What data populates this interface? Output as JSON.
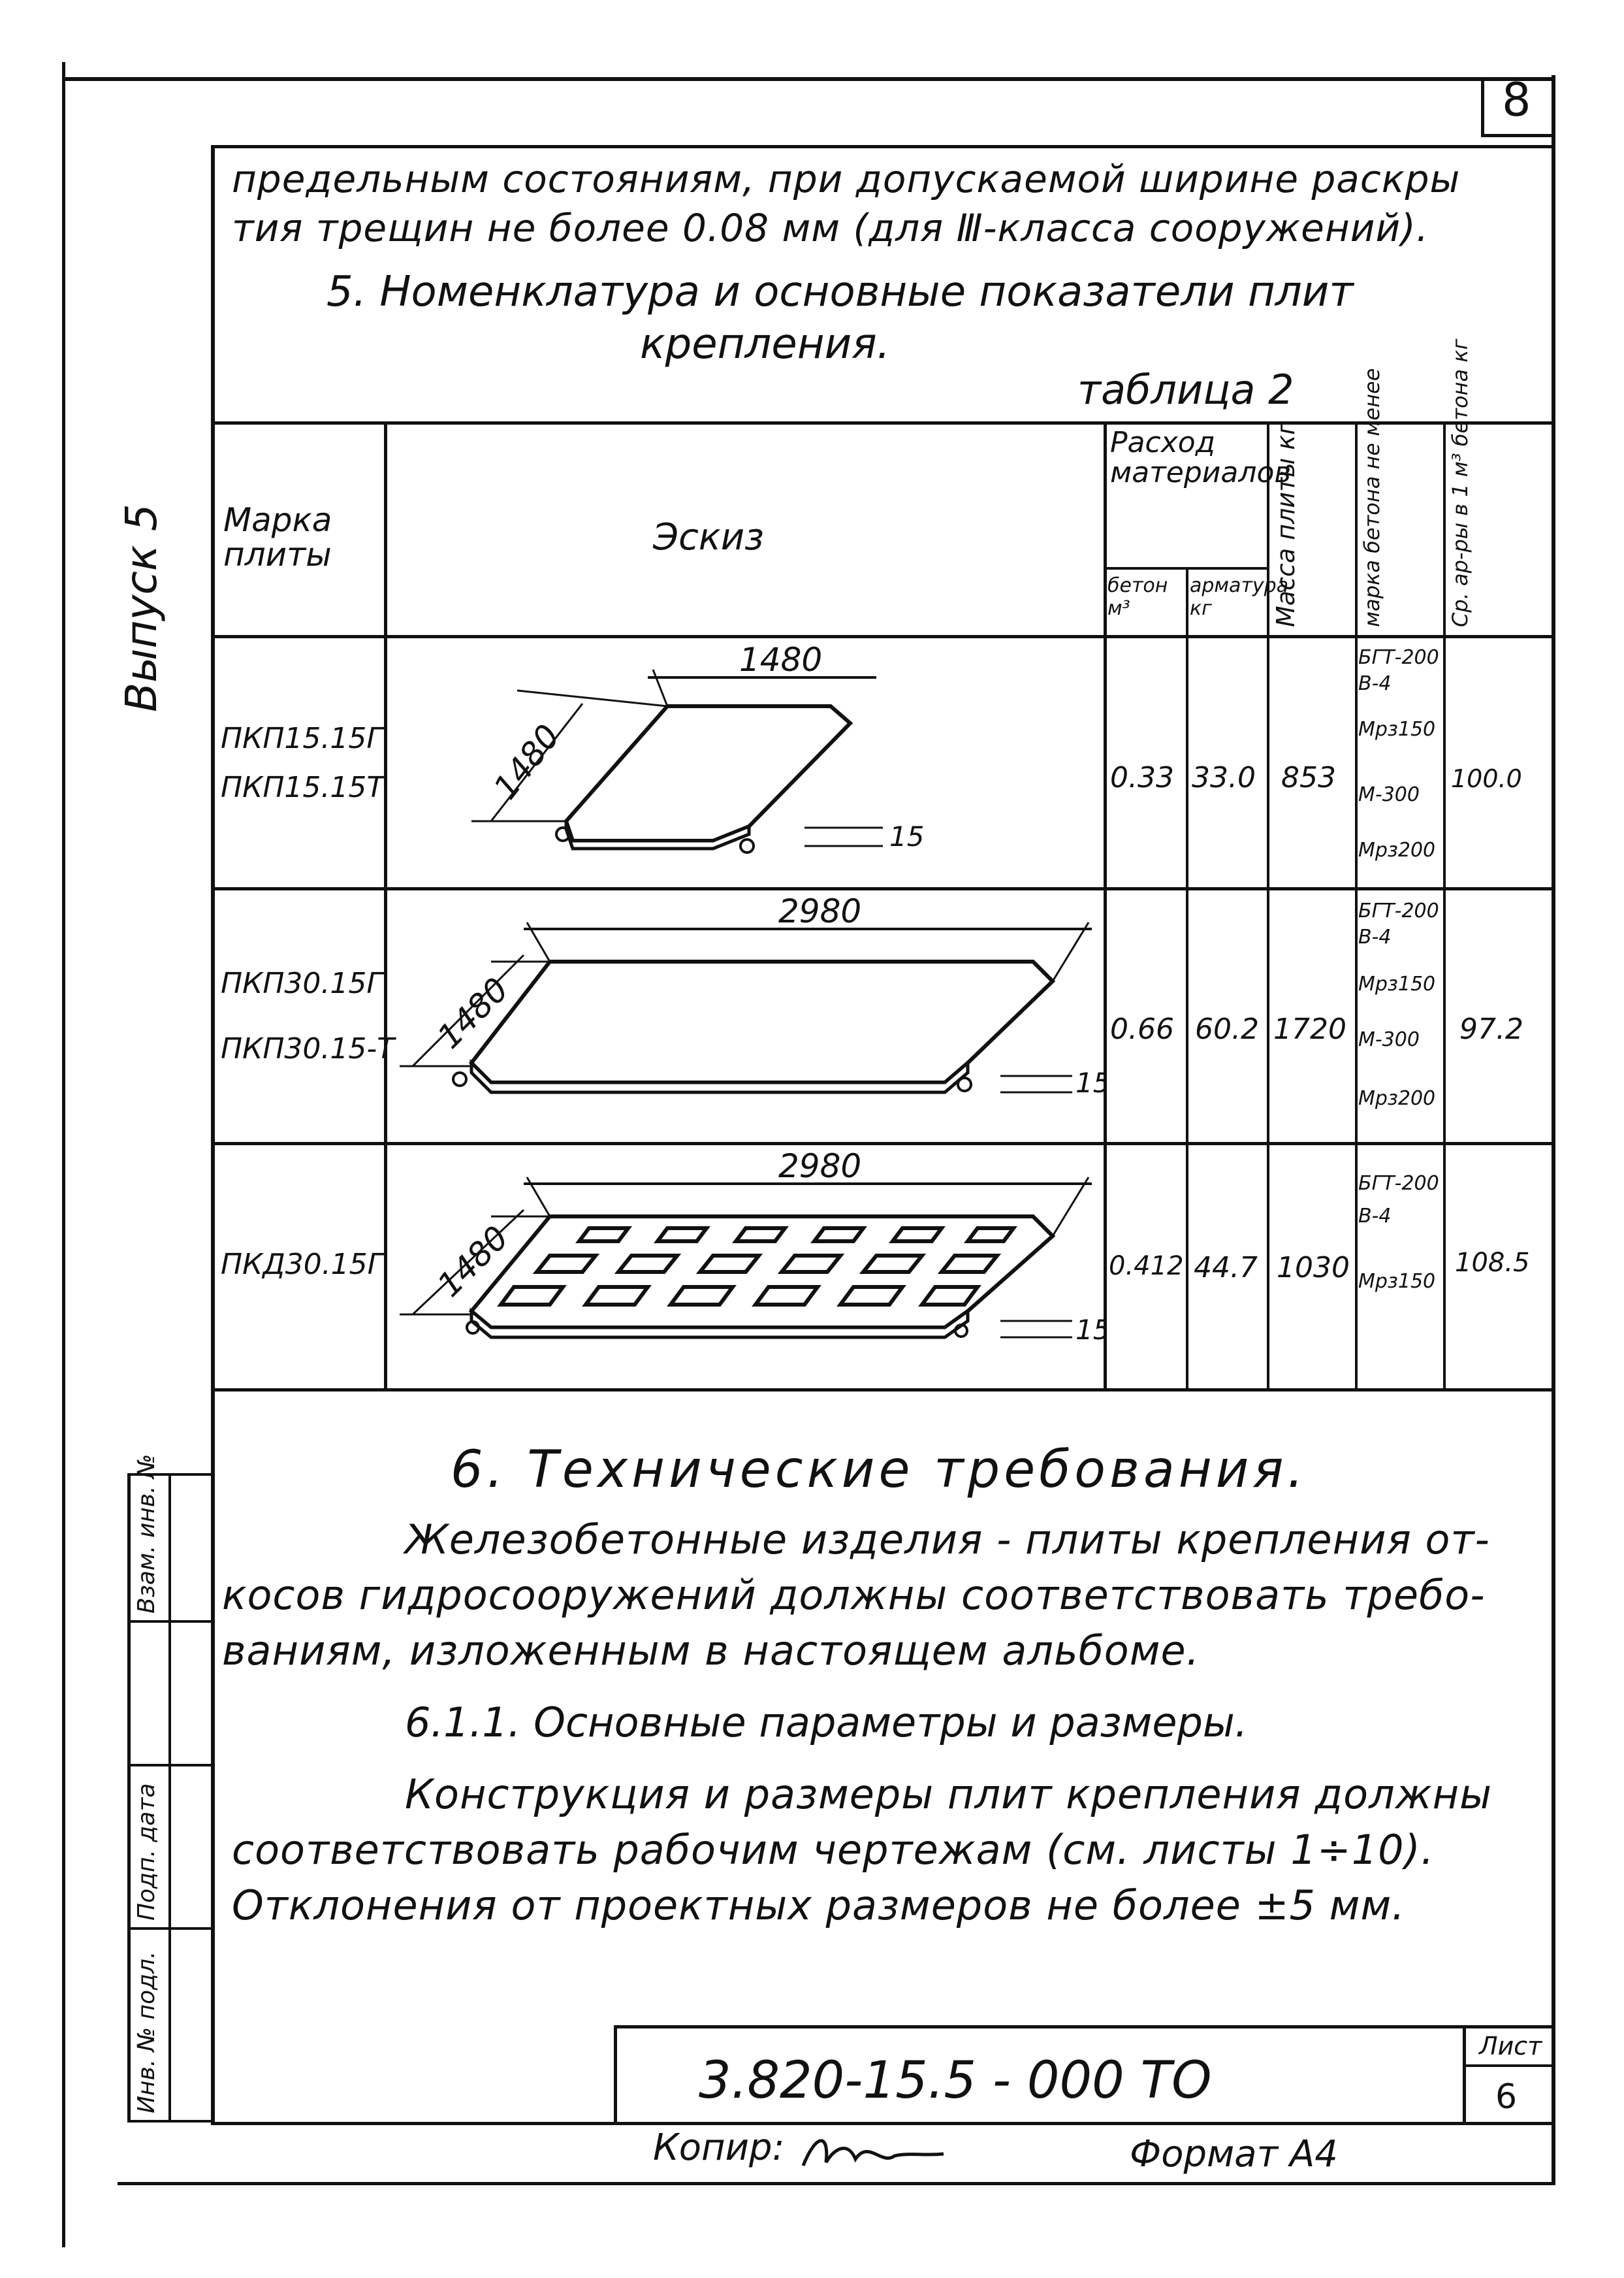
{
  "page_number": "8",
  "intro": {
    "line1": "предельным состояниям, при допускаемой ширине раскры",
    "line2": "тия трещин не более 0.08 мм (для Ⅲ-класса сооружений)."
  },
  "section5": {
    "title_line1": "5. Номенклатура и основные показатели плит",
    "title_line2": "крепления."
  },
  "table": {
    "caption": "таблица 2",
    "headers": {
      "mark": "Марка плиты",
      "sketch": "Эскиз",
      "consumption": "Расход материалов",
      "concrete": "бетон м³",
      "rebar": "арматура кг",
      "mass": "Масса плиты кг",
      "grade": "марка бетона не менее",
      "rebar_per_m3": "Ср. ар-ры в 1 м³ бетона кг"
    },
    "rows": [
      {
        "marks": [
          "ПКП15.15Г",
          "ПКП15.15Т"
        ],
        "dim_top": "1480",
        "dim_side": "1480",
        "thickness": "15",
        "concrete": "0.33",
        "rebar": "33.0",
        "mass": "853",
        "grade_lines": [
          "БГТ-200",
          "В-4",
          "Мрз150",
          "М-300",
          "Мрз200"
        ],
        "rebar_per_m3": "100.0"
      },
      {
        "marks": [
          "ПКП30.15Г",
          "ПКП30.15-Т"
        ],
        "dim_top": "2980",
        "dim_side": "1480",
        "thickness": "15",
        "concrete": "0.66",
        "rebar": "60.2",
        "mass": "1720",
        "grade_lines": [
          "БГТ-200",
          "В-4",
          "Мрз150",
          "М-300",
          "Мрз200"
        ],
        "rebar_per_m3": "97.2"
      },
      {
        "marks": [
          "ПКД30.15Г"
        ],
        "dim_top": "2980",
        "dim_side": "1480",
        "thickness": "15",
        "concrete": "0.412",
        "rebar": "44.7",
        "mass": "1030",
        "grade_lines": [
          "БГТ-200",
          "В-4",
          "Мрз150"
        ],
        "rebar_per_m3": "108.5"
      }
    ]
  },
  "section6": {
    "title": "6. Технические требования.",
    "para1_lines": [
      "Железобетонные изделия - плиты крепления от-",
      "косов гидросооружений должны соответствовать требо-",
      "ваниям, изложенным в настоящем альбоме."
    ],
    "sub_title": "6.1.1. Основные параметры и размеры.",
    "para2_lines": [
      "Конструкция и размеры плит крепления должны",
      "соответствовать рабочим чертежам (см. листы 1÷10).",
      "Отклонения от проектных размеров не более ±5 мм."
    ]
  },
  "side_label": "Выпуск 5",
  "margin_stamp": [
    "Инв. № подл.",
    "Подп. дата",
    "Взам. инв. №"
  ],
  "title_block": {
    "doc_code": "3.820-15.5 - 000 ТО",
    "sheet_label": "Лист",
    "sheet_number": "6"
  },
  "footer": {
    "copied": "Копир:",
    "format": "Формат А4"
  }
}
